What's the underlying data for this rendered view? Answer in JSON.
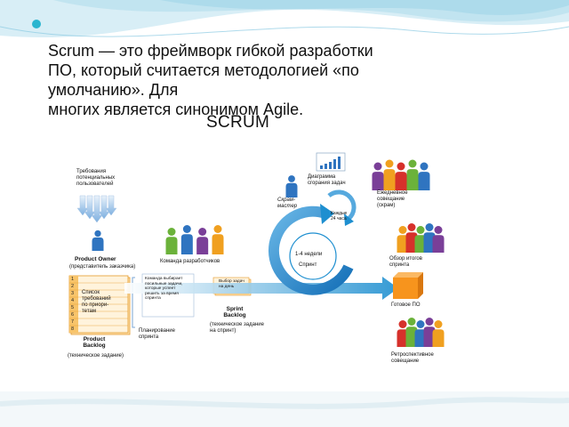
{
  "slide": {
    "body_lines": [
      "Scrum — это фреймворк гибкой разработки",
      "ПО, который считается методологией «по",
      "умолчанию». Для",
      "многих является синонимом Agile."
    ],
    "title": "SCRUM"
  },
  "diagram": {
    "requirements": [
      "Требования",
      "потенциальных",
      "пользователей"
    ],
    "product_owner": "Product Owner",
    "product_owner_note": "(представитель заказчика)",
    "team": "Команда разработчиков",
    "backlog_numbers": [
      "1",
      "2",
      "3",
      "4",
      "5",
      "6",
      "7",
      "8"
    ],
    "backlog_list_text": [
      "Список",
      "требований",
      "по приори-",
      "тетам"
    ],
    "product_backlog": [
      "Product",
      "Backlog"
    ],
    "product_backlog_note": "(техническое задание)",
    "team_selects": [
      "Команда выбирает",
      "посильные задачи,",
      "которые успеет",
      "решить за время",
      "спринта"
    ],
    "sprint_task_card": [
      "Выбор задач",
      "на день"
    ],
    "sprint_backlog": [
      "Sprint",
      "Backlog"
    ],
    "sprint_backlog_note": [
      "(техническое задание",
      "на спринт)"
    ],
    "sprint_planning": [
      "Планирование",
      "спринта"
    ],
    "scrum_master": [
      "Скрам-",
      "мастер"
    ],
    "burndown": [
      "Диаграмма",
      "сгорания задач"
    ],
    "daily_meeting": [
      "Ежедневное",
      "совещание",
      "(скрам)"
    ],
    "cycle_24h": [
      "Каждые",
      "24 часа"
    ],
    "sprint_duration": "1-4 недели",
    "sprint": "Спринт",
    "sprint_review": [
      "Обзор итогов",
      "спринта"
    ],
    "finished_product": "Готовое ПО",
    "retrospective": [
      "Ретроспективное",
      "совещание"
    ]
  },
  "colors": {
    "accent_blue": "#1e8fd0",
    "people_red": "#d6312b",
    "people_green": "#6bb23a",
    "people_blue": "#2f74c0",
    "people_purple": "#7a3f98",
    "people_orange": "#f0a020",
    "backlog_orange": "#f5a623",
    "product_cube": "#f7941d"
  }
}
